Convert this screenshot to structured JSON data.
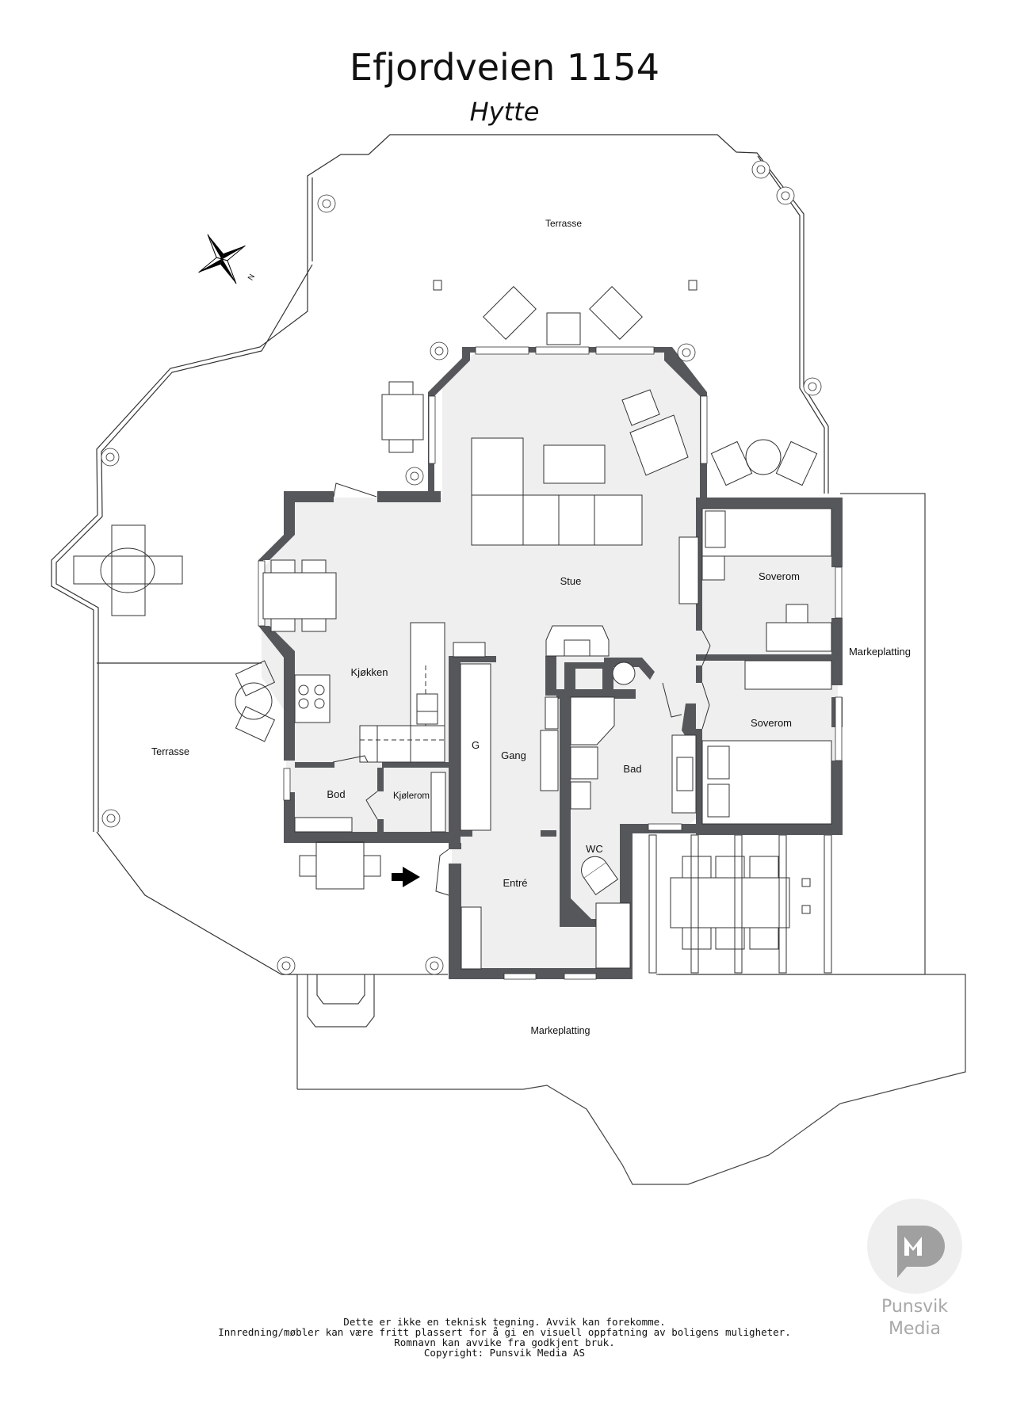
{
  "header": {
    "title": "Efjordveien 1154",
    "subtitle": "Hytte"
  },
  "rooms": {
    "terrasse_top": "Terrasse",
    "terrasse_left": "Terrasse",
    "stue": "Stue",
    "kjokken": "Kjøkken",
    "soverom_1": "Soverom",
    "soverom_2": "Soverom",
    "markeplatting_right": "Markeplatting",
    "markeplatting_bottom": "Markeplatting",
    "bod": "Bod",
    "kjolerom": "Kjølerom",
    "garderobe": "G",
    "gang": "Gang",
    "bad": "Bad",
    "wc": "WC",
    "entre": "Entré"
  },
  "compass": {
    "north_label": "N"
  },
  "disclaimer": {
    "line1": "Dette er ikke en teknisk tegning. Avvik kan forekomme.",
    "line2": "Innredning/møbler kan være fritt plassert for å gi en visuell oppfatning av boligens muligheter.",
    "line3": "Romnavn kan avvike fra godkjent bruk.",
    "line4": "Copyright: Punsvik Media AS"
  },
  "logo": {
    "line1": "Punsvik",
    "line2": "Media"
  },
  "colors": {
    "wall": "#55575b",
    "floor": "#efefef",
    "line": "#333333",
    "logo_grey": "#a8a8a8"
  }
}
